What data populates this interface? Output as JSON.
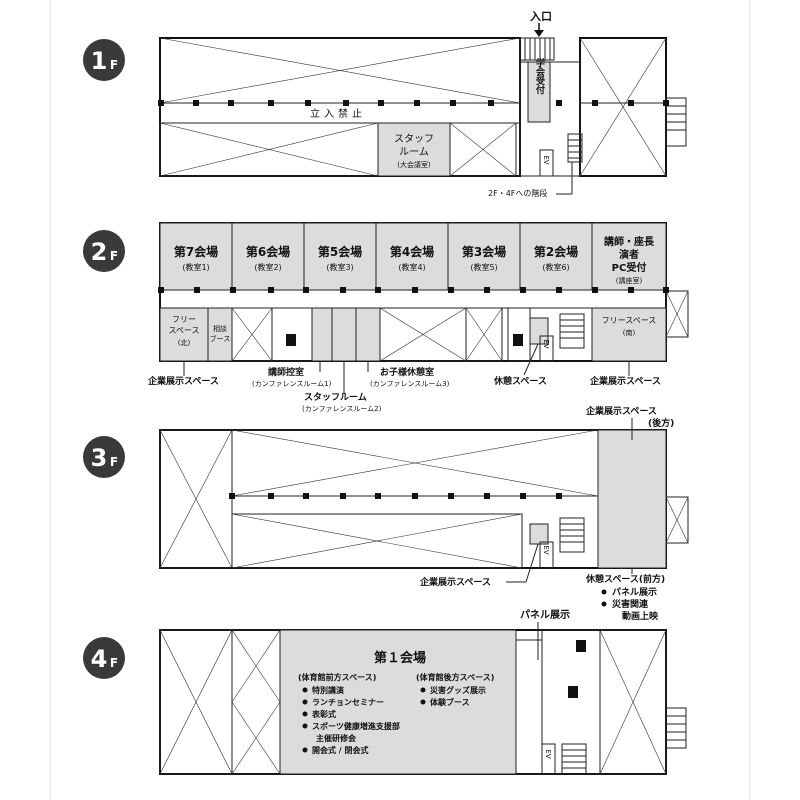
{
  "entrance": "入口",
  "floors": [
    {
      "num": "1",
      "suffix": "F",
      "no_entry": "立入禁止",
      "reception": "学会受付",
      "staff_room": {
        "line1": "スタッフ",
        "line2": "ルーム",
        "sub": "(大会議室)"
      },
      "elevator": "EV",
      "stairs_note": "2F・4Fへの階段"
    },
    {
      "num": "2",
      "suffix": "F",
      "halls": [
        {
          "name": "第7会場",
          "sub": "(教室1)"
        },
        {
          "name": "第6会場",
          "sub": "(教室2)"
        },
        {
          "name": "第5会場",
          "sub": "(教室3)"
        },
        {
          "name": "第4会場",
          "sub": "(教室4)"
        },
        {
          "name": "第3会場",
          "sub": "(教室5)"
        },
        {
          "name": "第2会場",
          "sub": "(教室6)"
        }
      ],
      "pc_reception": {
        "line1": "講師・座長",
        "line2": "演者",
        "line3": "PC受付",
        "sub": "(講座室)"
      },
      "free_space_n": {
        "line1": "フリー",
        "line2": "スペース",
        "sub": "(北)"
      },
      "consult_booth": {
        "line1": "相談",
        "line2": "ブース"
      },
      "free_space_s": {
        "line1": "フリースペース",
        "sub": "(南)"
      },
      "elevator": "EV",
      "labels": {
        "exhibit_left": "企業展示スペース",
        "speaker_wait": "講師控室",
        "speaker_wait_sub": "(カンファレンスルーム1)",
        "staff_room": "スタッフルーム",
        "staff_room_sub": "(カンファレンスルーム2)",
        "kids_rest": "お子様休憩室",
        "kids_rest_sub": "(カンファレンスルーム3)",
        "rest_space": "休憩スペース",
        "exhibit_right": "企業展示スペース"
      }
    },
    {
      "num": "3",
      "suffix": "F",
      "elevator": "EV",
      "labels": {
        "exhibit_back": "企業展示スペース",
        "exhibit_back2": "(後方)",
        "exhibit_bottom": "企業展示スペース",
        "rest_front": "休憩スペース(前方)",
        "bullets": [
          "パネル展示",
          "災害関連"
        ],
        "bullet_cont": "動画上映"
      }
    },
    {
      "num": "4",
      "suffix": "F",
      "panel": "パネル展示",
      "elevator": "EV",
      "hall": {
        "title": "第１会場",
        "left_head": "(体育館前方スペース)",
        "left_items": [
          "特別講演",
          "ランチョンセミナー",
          "表彰式",
          "スポーツ健康増進支援部"
        ],
        "left_cont": "主催研修会",
        "left_last": "開会式 / 閉会式",
        "right_head": "(体育館後方スペース)",
        "right_items": [
          "災害グッズ展示",
          "体験ブース"
        ]
      }
    }
  ],
  "colors": {
    "room_fill": "#dcdcdc",
    "badge": "#3a3a3a",
    "line": "#111111"
  }
}
